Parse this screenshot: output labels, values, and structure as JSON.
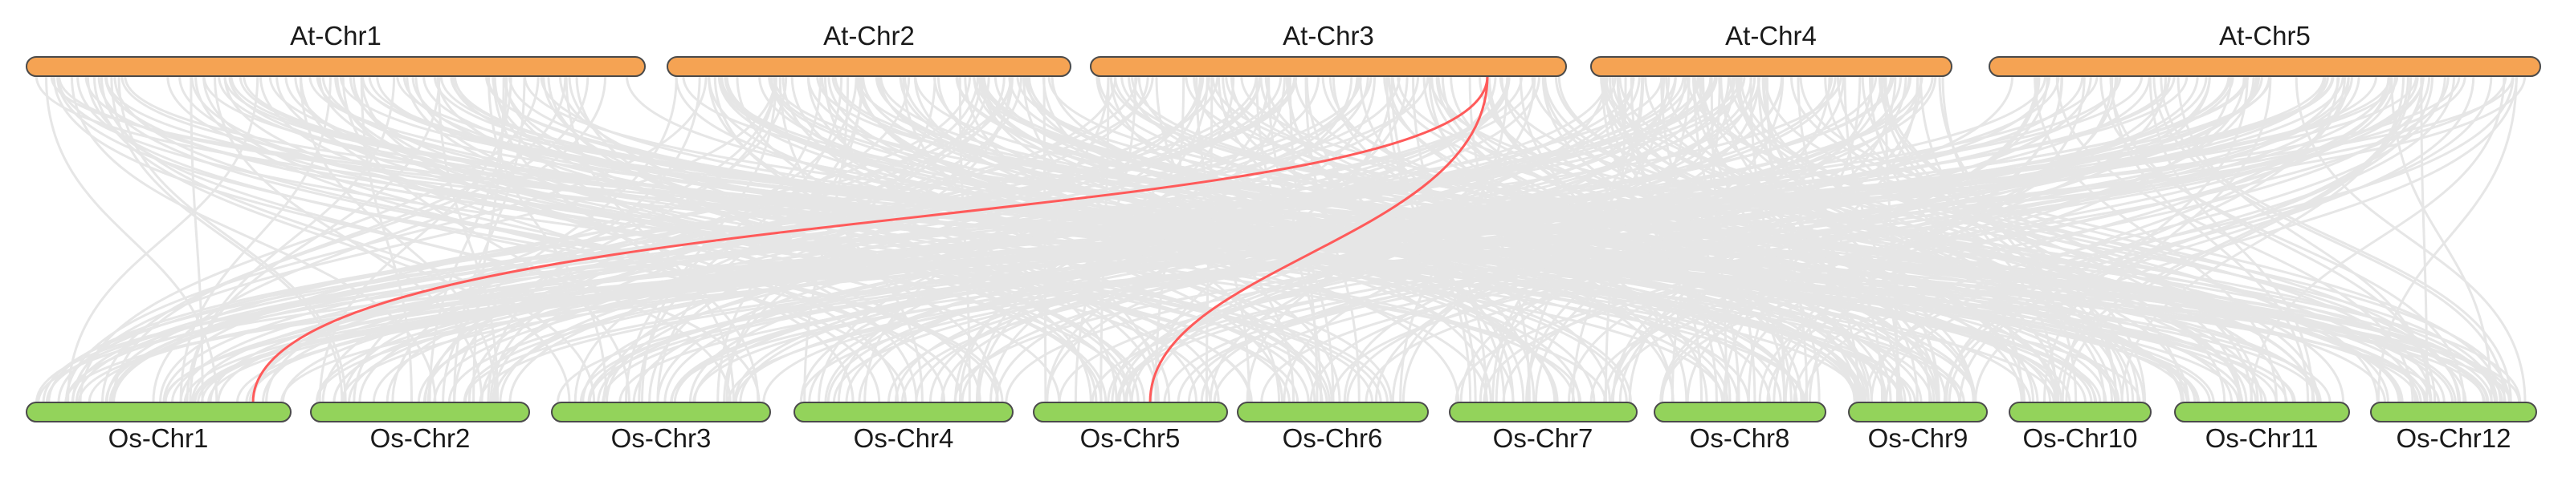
{
  "colors": {
    "top_fill": "#F5A353",
    "bottom_fill": "#93D35B",
    "bar_stroke": "#4a4a4a",
    "link_gray": "#e6e6e6",
    "link_highlight": "#ff5a5a"
  },
  "top_chromosomes": [
    {
      "label": "At-Chr1"
    },
    {
      "label": "At-Chr2"
    },
    {
      "label": "At-Chr3"
    },
    {
      "label": "At-Chr4"
    },
    {
      "label": "At-Chr5"
    }
  ],
  "bottom_chromosomes": [
    {
      "label": "Os-Chr1"
    },
    {
      "label": "Os-Chr2"
    },
    {
      "label": "Os-Chr3"
    },
    {
      "label": "Os-Chr4"
    },
    {
      "label": "Os-Chr5"
    },
    {
      "label": "Os-Chr6"
    },
    {
      "label": "Os-Chr7"
    },
    {
      "label": "Os-Chr8"
    },
    {
      "label": "Os-Chr9"
    },
    {
      "label": "Os-Chr10"
    },
    {
      "label": "Os-Chr11"
    },
    {
      "label": "Os-Chr12"
    }
  ]
}
